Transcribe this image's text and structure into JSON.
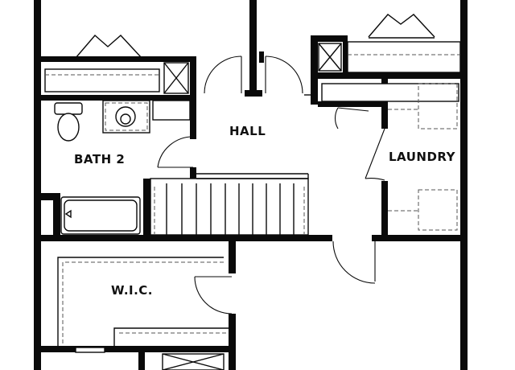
{
  "rooms": {
    "hall": "HALL",
    "bath": "BATH 2",
    "laundry": "LAUNDRY",
    "wic": "W.I.C."
  },
  "colors": {
    "wall": "#0a0a0a",
    "background": "#ffffff",
    "dashed_line": "#555555"
  }
}
